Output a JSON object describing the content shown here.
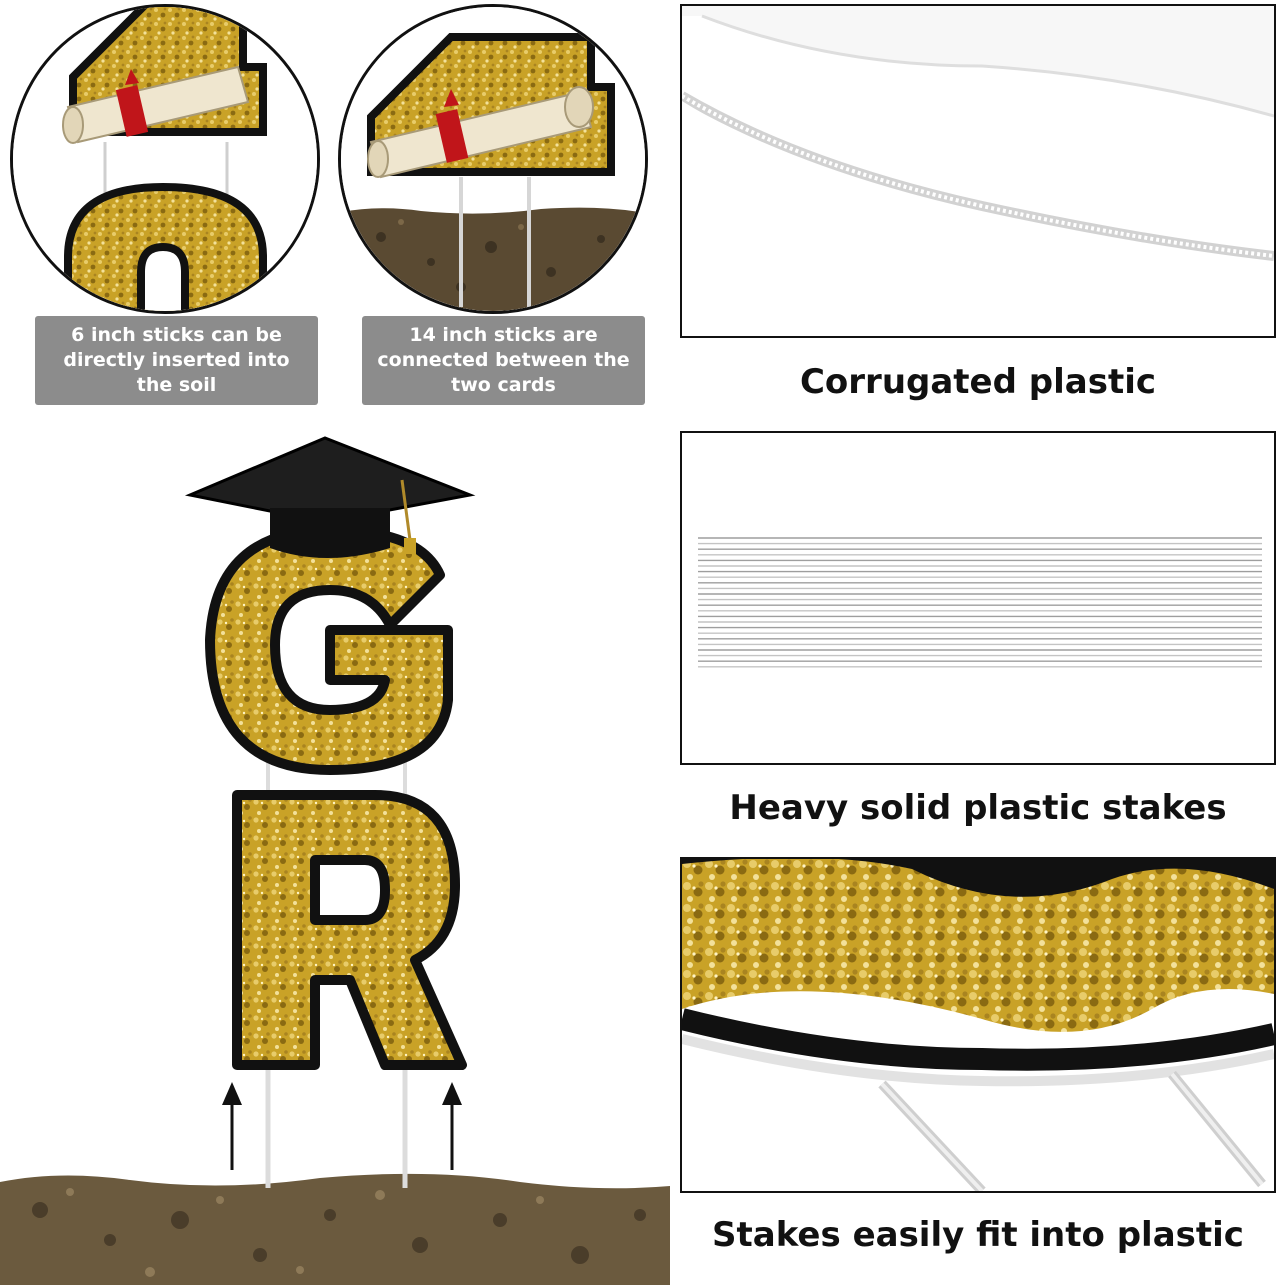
{
  "colors": {
    "gold": "#c9a227",
    "gold_light": "#e8cc6a",
    "gold_dark": "#8a6a12",
    "outline": "#111111",
    "caption_bg": "#8c8c8c",
    "soil": "#5a4a32",
    "ribbon": "#c0151a",
    "scroll": "#efe6cf"
  },
  "captions": {
    "short_sticks": "6 inch  sticks can be directly inserted into the soil",
    "long_sticks": "14 inch sticks are connected between the two cards"
  },
  "panels": {
    "corrugated": "Corrugated plastic",
    "stakes": "Heavy solid plastic stakes",
    "fit": "Stakes easily fit into plastic"
  },
  "letters": {
    "first": "G",
    "second": "R"
  },
  "icons": [
    "grad-cap-icon",
    "diploma-scroll-icon",
    "up-arrow-icon"
  ]
}
